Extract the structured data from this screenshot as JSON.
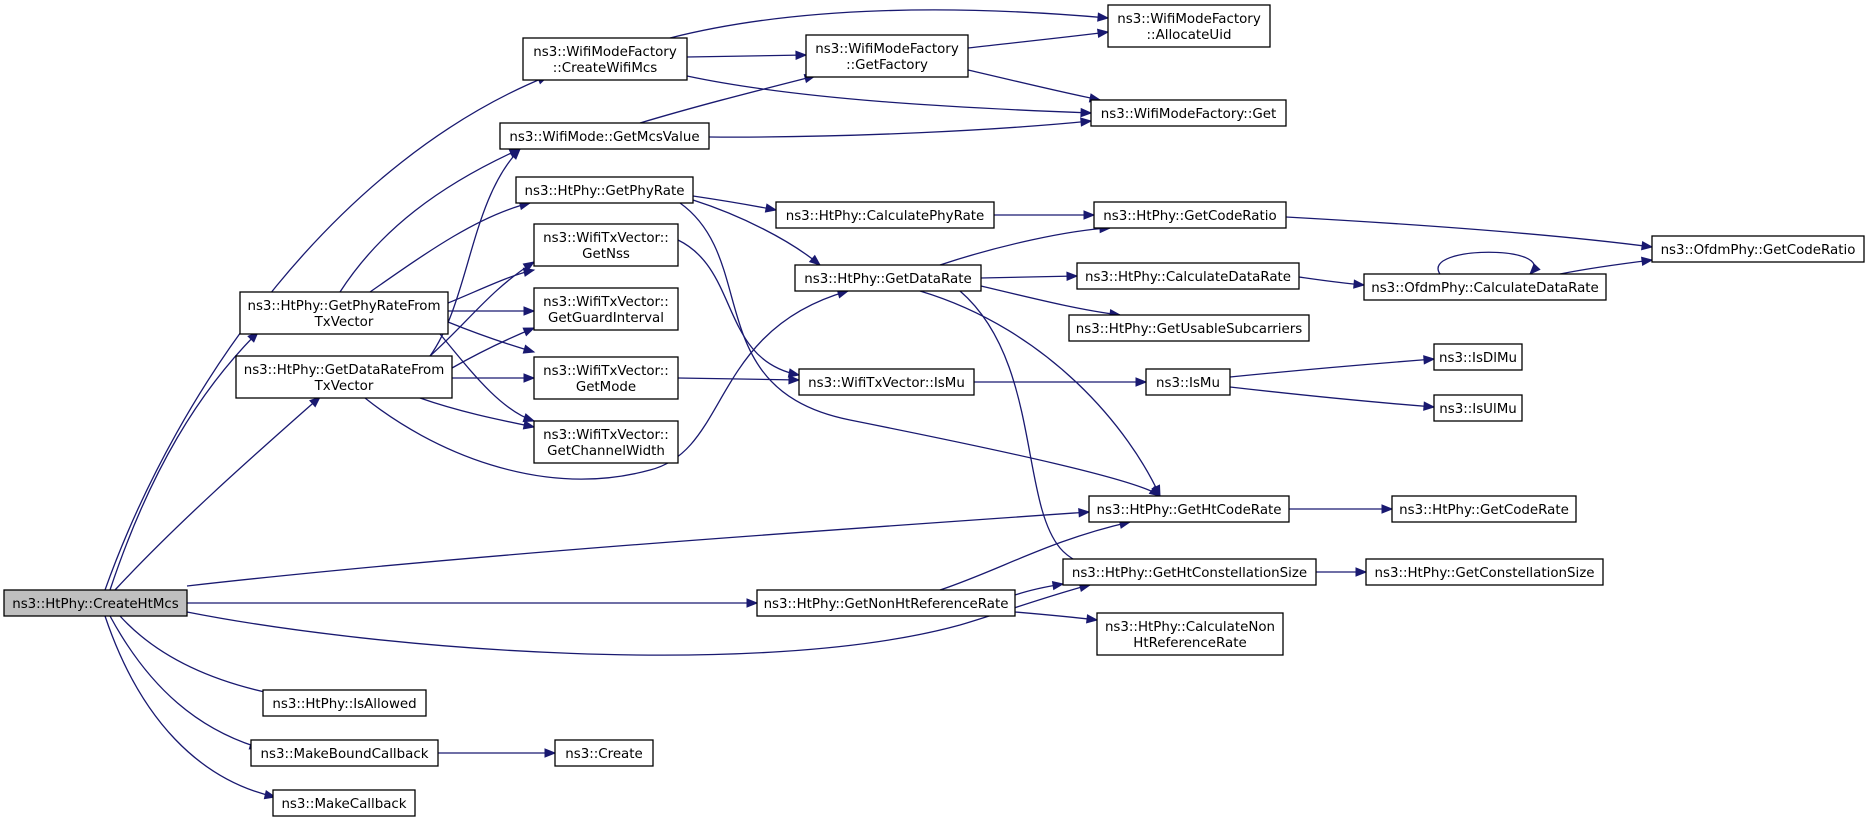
{
  "graph": {
    "nodes": [
      {
        "id": "CreateHtMcs",
        "lines": [
          "ns3::HtPhy::CreateHtMcs"
        ],
        "highlight": true
      },
      {
        "id": "CreateWifiMcs",
        "lines": [
          "ns3::WifiModeFactory",
          "::CreateWifiMcs"
        ]
      },
      {
        "id": "AllocateUid",
        "lines": [
          "ns3::WifiModeFactory",
          "::AllocateUid"
        ]
      },
      {
        "id": "GetFactory",
        "lines": [
          "ns3::WifiModeFactory",
          "::GetFactory"
        ]
      },
      {
        "id": "FactoryGet",
        "lines": [
          "ns3::WifiModeFactory::Get"
        ]
      },
      {
        "id": "GetMcsValue",
        "lines": [
          "ns3::WifiMode::GetMcsValue"
        ]
      },
      {
        "id": "GetPhyRate",
        "lines": [
          "ns3::HtPhy::GetPhyRate"
        ]
      },
      {
        "id": "CalculatePhyRate",
        "lines": [
          "ns3::HtPhy::CalculatePhyRate"
        ]
      },
      {
        "id": "GetCodeRatio",
        "lines": [
          "ns3::HtPhy::GetCodeRatio"
        ]
      },
      {
        "id": "OfdmGetCodeRatio",
        "lines": [
          "ns3::OfdmPhy::GetCodeRatio"
        ]
      },
      {
        "id": "GetNss",
        "lines": [
          "ns3::WifiTxVector::",
          "GetNss"
        ]
      },
      {
        "id": "GetDataRate",
        "lines": [
          "ns3::HtPhy::GetDataRate"
        ]
      },
      {
        "id": "CalculateDataRate",
        "lines": [
          "ns3::HtPhy::CalculateDataRate"
        ]
      },
      {
        "id": "OfdmCalculateDataRate",
        "lines": [
          "ns3::OfdmPhy::CalculateDataRate"
        ]
      },
      {
        "id": "GetPhyRateFromTxVector",
        "lines": [
          "ns3::HtPhy::GetPhyRateFrom",
          "TxVector"
        ]
      },
      {
        "id": "GetGuardInterval",
        "lines": [
          "ns3::WifiTxVector::",
          "GetGuardInterval"
        ]
      },
      {
        "id": "GetUsableSubcarriers",
        "lines": [
          "ns3::HtPhy::GetUsableSubcarriers"
        ]
      },
      {
        "id": "GetDataRateFromTxVector",
        "lines": [
          "ns3::HtPhy::GetDataRateFrom",
          "TxVector"
        ]
      },
      {
        "id": "GetMode",
        "lines": [
          "ns3::WifiTxVector::",
          "GetMode"
        ]
      },
      {
        "id": "IsMuVec",
        "lines": [
          "ns3::WifiTxVector::IsMu"
        ]
      },
      {
        "id": "IsMu",
        "lines": [
          "ns3::IsMu"
        ]
      },
      {
        "id": "IsDlMu",
        "lines": [
          "ns3::IsDlMu"
        ]
      },
      {
        "id": "IsUlMu",
        "lines": [
          "ns3::IsUlMu"
        ]
      },
      {
        "id": "GetChannelWidth",
        "lines": [
          "ns3::WifiTxVector::",
          "GetChannelWidth"
        ]
      },
      {
        "id": "GetHtCodeRate",
        "lines": [
          "ns3::HtPhy::GetHtCodeRate"
        ]
      },
      {
        "id": "GetCodeRate",
        "lines": [
          "ns3::HtPhy::GetCodeRate"
        ]
      },
      {
        "id": "GetHtConstellationSize",
        "lines": [
          "ns3::HtPhy::GetHtConstellationSize"
        ]
      },
      {
        "id": "GetConstellationSize",
        "lines": [
          "ns3::HtPhy::GetConstellationSize"
        ]
      },
      {
        "id": "GetNonHtReferenceRate",
        "lines": [
          "ns3::HtPhy::GetNonHtReferenceRate"
        ]
      },
      {
        "id": "CalculateNonHtReferenceRate",
        "lines": [
          "ns3::HtPhy::CalculateNon",
          "HtReferenceRate"
        ]
      },
      {
        "id": "IsAllowed",
        "lines": [
          "ns3::HtPhy::IsAllowed"
        ]
      },
      {
        "id": "MakeBoundCallback",
        "lines": [
          "ns3::MakeBoundCallback"
        ]
      },
      {
        "id": "Create",
        "lines": [
          "ns3::Create"
        ]
      },
      {
        "id": "MakeCallback",
        "lines": [
          "ns3::MakeCallback"
        ]
      }
    ],
    "edges": [
      {
        "from": "CreateHtMcs",
        "to": "CreateWifiMcs"
      },
      {
        "from": "CreateHtMcs",
        "to": "GetPhyRateFromTxVector"
      },
      {
        "from": "CreateHtMcs",
        "to": "GetDataRateFromTxVector"
      },
      {
        "from": "CreateHtMcs",
        "to": "GetHtCodeRate"
      },
      {
        "from": "CreateHtMcs",
        "to": "GetNonHtReferenceRate"
      },
      {
        "from": "CreateHtMcs",
        "to": "GetHtConstellationSize"
      },
      {
        "from": "CreateHtMcs",
        "to": "IsAllowed"
      },
      {
        "from": "CreateHtMcs",
        "to": "MakeBoundCallback"
      },
      {
        "from": "CreateHtMcs",
        "to": "MakeCallback"
      },
      {
        "from": "CreateWifiMcs",
        "to": "AllocateUid"
      },
      {
        "from": "CreateWifiMcs",
        "to": "GetFactory"
      },
      {
        "from": "CreateWifiMcs",
        "to": "FactoryGet"
      },
      {
        "from": "GetFactory",
        "to": "AllocateUid"
      },
      {
        "from": "GetFactory",
        "to": "FactoryGet"
      },
      {
        "from": "GetMcsValue",
        "to": "GetFactory"
      },
      {
        "from": "GetMcsValue",
        "to": "FactoryGet"
      },
      {
        "from": "GetPhyRateFromTxVector",
        "to": "GetMcsValue"
      },
      {
        "from": "GetPhyRateFromTxVector",
        "to": "GetPhyRate"
      },
      {
        "from": "GetPhyRateFromTxVector",
        "to": "GetNss"
      },
      {
        "from": "GetPhyRateFromTxVector",
        "to": "GetGuardInterval"
      },
      {
        "from": "GetPhyRateFromTxVector",
        "to": "GetMode"
      },
      {
        "from": "GetPhyRateFromTxVector",
        "to": "GetChannelWidth"
      },
      {
        "from": "GetDataRateFromTxVector",
        "to": "GetMcsValue"
      },
      {
        "from": "GetDataRateFromTxVector",
        "to": "GetNss"
      },
      {
        "from": "GetDataRateFromTxVector",
        "to": "GetGuardInterval"
      },
      {
        "from": "GetDataRateFromTxVector",
        "to": "GetMode"
      },
      {
        "from": "GetDataRateFromTxVector",
        "to": "GetChannelWidth"
      },
      {
        "from": "GetDataRateFromTxVector",
        "to": "GetDataRate"
      },
      {
        "from": "GetPhyRate",
        "to": "CalculatePhyRate"
      },
      {
        "from": "GetPhyRate",
        "to": "GetDataRate"
      },
      {
        "from": "GetPhyRate",
        "to": "GetHtCodeRate"
      },
      {
        "from": "CalculatePhyRate",
        "to": "GetCodeRatio"
      },
      {
        "from": "GetCodeRatio",
        "to": "OfdmGetCodeRatio"
      },
      {
        "from": "GetDataRate",
        "to": "GetCodeRatio"
      },
      {
        "from": "GetDataRate",
        "to": "CalculateDataRate"
      },
      {
        "from": "GetDataRate",
        "to": "GetUsableSubcarriers"
      },
      {
        "from": "GetDataRate",
        "to": "GetHtCodeRate"
      },
      {
        "from": "GetDataRate",
        "to": "GetHtConstellationSize"
      },
      {
        "from": "CalculateDataRate",
        "to": "OfdmCalculateDataRate"
      },
      {
        "from": "OfdmCalculateDataRate",
        "to": "OfdmGetCodeRatio"
      },
      {
        "from": "OfdmCalculateDataRate",
        "to": "OfdmCalculateDataRate"
      },
      {
        "from": "GetNss",
        "to": "IsMuVec"
      },
      {
        "from": "GetMode",
        "to": "IsMuVec"
      },
      {
        "from": "IsMuVec",
        "to": "IsMu"
      },
      {
        "from": "IsMu",
        "to": "IsDlMu"
      },
      {
        "from": "IsMu",
        "to": "IsUlMu"
      },
      {
        "from": "GetHtCodeRate",
        "to": "GetCodeRate"
      },
      {
        "from": "GetHtConstellationSize",
        "to": "GetConstellationSize"
      },
      {
        "from": "GetNonHtReferenceRate",
        "to": "GetHtCodeRate"
      },
      {
        "from": "GetNonHtReferenceRate",
        "to": "GetHtConstellationSize"
      },
      {
        "from": "GetNonHtReferenceRate",
        "to": "CalculateNonHtReferenceRate"
      },
      {
        "from": "MakeBoundCallback",
        "to": "Create"
      }
    ]
  }
}
